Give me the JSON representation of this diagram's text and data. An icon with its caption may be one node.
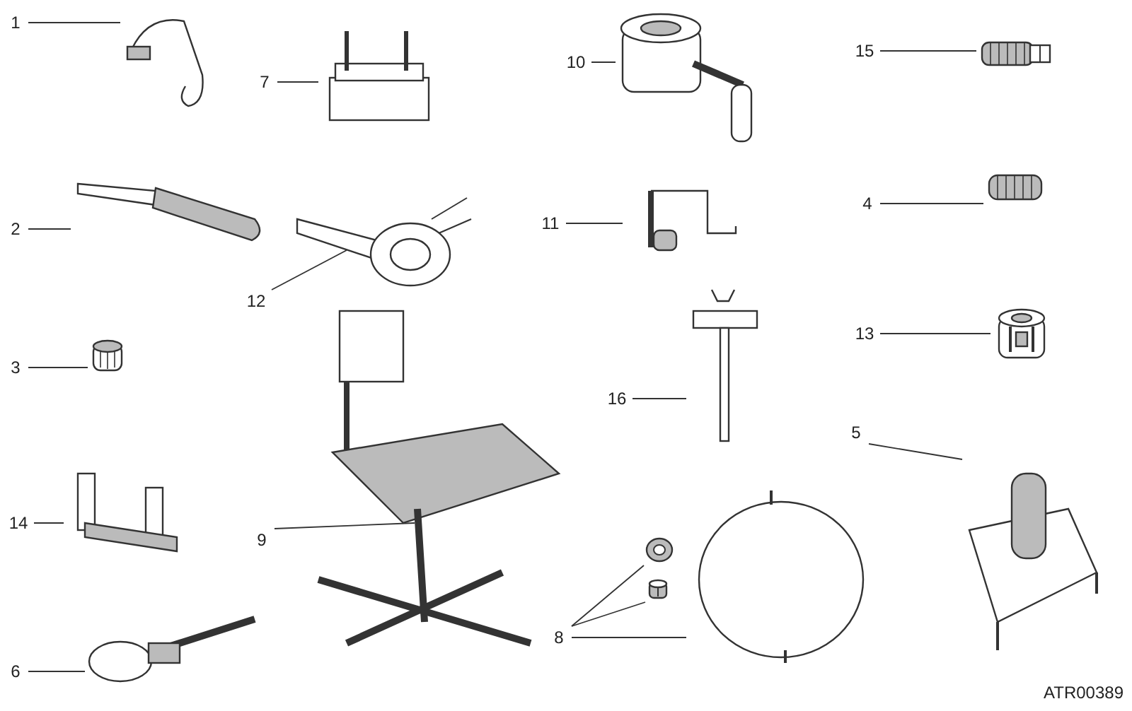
{
  "diagram": {
    "nodes": [
      {
        "text": [
          "1"
        ]
      },
      {
        "text": [],
        "shape": "picture"
      },
      {
        "text": [
          "7"
        ]
      },
      {
        "text": [],
        "shape": "picture"
      },
      {
        "text": [
          "10"
        ]
      },
      {
        "text": [],
        "shape": "picture"
      },
      {
        "text": [
          "15"
        ]
      },
      {
        "text": [],
        "shape": "picture"
      },
      {
        "text": [
          "2"
        ]
      },
      {
        "text": [],
        "shape": "picture"
      },
      {
        "text": [
          "12"
        ]
      },
      {
        "text": [],
        "shape": "picture"
      },
      {
        "text": [
          "11"
        ]
      },
      {
        "text": [],
        "shape": "picture"
      },
      {
        "text": [
          "4"
        ]
      },
      {
        "text": [],
        "shape": "picture"
      },
      {
        "text": [
          "3"
        ]
      },
      {
        "text": [],
        "shape": "picture"
      },
      {
        "text": [
          "13"
        ]
      },
      {
        "text": [],
        "shape": "picture"
      },
      {
        "text": [
          "16"
        ]
      },
      {
        "text": [],
        "shape": "picture"
      },
      {
        "text": [
          "5"
        ]
      },
      {
        "text": [],
        "shape": "picture"
      },
      {
        "text": [
          "14"
        ]
      },
      {
        "text": [],
        "shape": "picture"
      },
      {
        "text": [
          "9"
        ]
      },
      {
        "text": [],
        "shape": "picture"
      },
      {
        "text": [
          "8"
        ]
      },
      {
        "text": [],
        "shape": "picture"
      },
      {
        "text": [],
        "shape": "picture"
      },
      {
        "text": [],
        "shape": "picture"
      },
      {
        "text": [
          "6"
        ]
      },
      {
        "text": [],
        "shape": "picture"
      }
    ],
    "edges": [
      {
        "from": 0,
        "to": 1,
        "arrow": "none"
      },
      {
        "from": 2,
        "to": 3,
        "arrow": "none"
      },
      {
        "from": 4,
        "to": 5,
        "arrow": "none"
      },
      {
        "from": 6,
        "to": 7,
        "arrow": "none"
      },
      {
        "from": 8,
        "to": 9,
        "arrow": "none"
      },
      {
        "from": 10,
        "to": 11,
        "arrow": "none"
      },
      {
        "from": 12,
        "to": 13,
        "arrow": "none"
      },
      {
        "from": 14,
        "to": 15,
        "arrow": "none"
      },
      {
        "from": 16,
        "to": 17,
        "arrow": "none"
      },
      {
        "from": 18,
        "to": 19,
        "arrow": "none"
      },
      {
        "from": 20,
        "to": 21,
        "arrow": "none"
      },
      {
        "from": 22,
        "to": 23,
        "arrow": "none"
      },
      {
        "from": 24,
        "to": 25,
        "arrow": "none"
      },
      {
        "from": 26,
        "to": 27,
        "arrow": "none"
      },
      {
        "from": 28,
        "to": 29,
        "arrow": "none"
      },
      {
        "from": 28,
        "to": 30,
        "arrow": "none"
      },
      {
        "from": 28,
        "to": 31,
        "arrow": "none"
      },
      {
        "from": 32,
        "to": 33,
        "arrow": "none"
      }
    ],
    "labels": [
      "ATR00389"
    ]
  }
}
